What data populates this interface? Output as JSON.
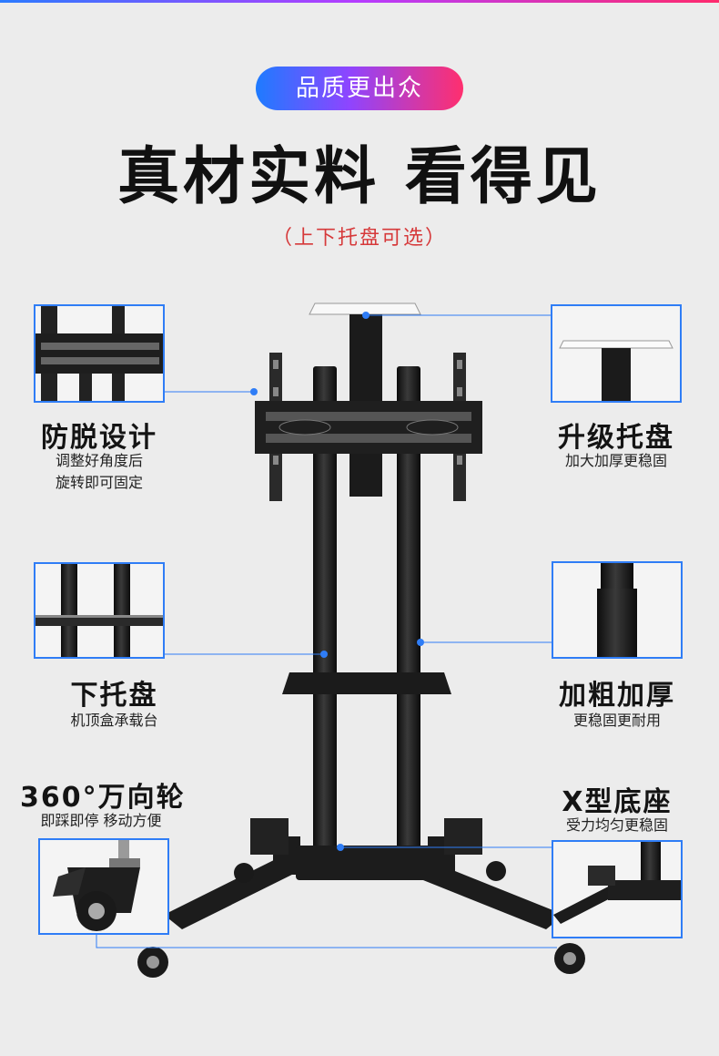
{
  "header": {
    "badge": "品质更出众",
    "headline": "真材实料 看得见",
    "subline": "（上下托盘可选）"
  },
  "features": {
    "anti_slip": {
      "title": "防脱设计",
      "desc_line1": "调整好角度后",
      "desc_line2": "旋转即可固定"
    },
    "upgrade_tray": {
      "title": "升级托盘",
      "desc": "加大加厚更稳固"
    },
    "lower_tray": {
      "title": "下托盘",
      "desc": "机顶盒承载台"
    },
    "thick_pipe": {
      "title": "加粗加厚",
      "desc": "更稳固更耐用"
    },
    "wheel": {
      "title": "360°万向轮",
      "desc": "即踩即停 移动方便"
    },
    "x_base": {
      "title": "X型底座",
      "desc": "受力均匀更稳固"
    }
  },
  "colors": {
    "accent_blue": "#2f7df6",
    "subline_red": "#d6393a",
    "stand_black": "#1b1b1b"
  }
}
